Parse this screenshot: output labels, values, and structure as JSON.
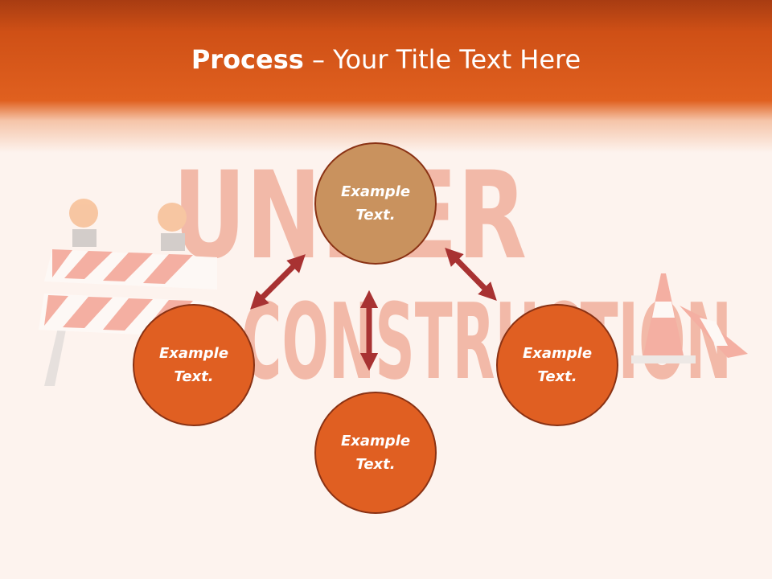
{
  "slide": {
    "title_bold": "Process",
    "title_rest": " – Your Title Text Here"
  },
  "nodes": {
    "top": "Example Text.",
    "left": "Example Text.",
    "right": "Example Text.",
    "bottom": "Example Text."
  },
  "background": {
    "sign_text_line1": "UNDER",
    "sign_text_line2": "CONSTRUCTION"
  },
  "colors": {
    "header": "#e0601f",
    "node_top": "#c9925e",
    "node_orange": "#e05f22",
    "node_border": "#8a3214",
    "arrow": "#a83232"
  }
}
